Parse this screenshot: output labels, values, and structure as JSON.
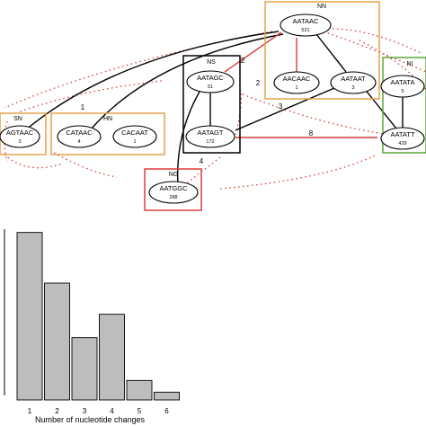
{
  "network": {
    "groups": [
      {
        "id": "NN",
        "label": "NN",
        "color": "#e6a34a"
      },
      {
        "id": "NS",
        "label": "NS",
        "color": "#000000"
      },
      {
        "id": "NI",
        "label": "NI",
        "color": "#5aa83a"
      },
      {
        "id": "SN",
        "label": "SN",
        "color": "#e6a34a"
      },
      {
        "id": "HN",
        "label": "HN",
        "color": "#e6a34a"
      },
      {
        "id": "NG",
        "label": "NG",
        "color": "#e03c3c"
      }
    ],
    "nodes": [
      {
        "id": "AATAAC",
        "count": "521"
      },
      {
        "id": "AACAAC",
        "count": "1"
      },
      {
        "id": "AATAAT",
        "count": "3"
      },
      {
        "id": "AATAGC",
        "count": "51"
      },
      {
        "id": "AATAGT",
        "count": "172"
      },
      {
        "id": "AATATA",
        "count": "5"
      },
      {
        "id": "AATATT",
        "count": "429"
      },
      {
        "id": "AGTAAC",
        "count": "3"
      },
      {
        "id": "CATAAC",
        "count": "4"
      },
      {
        "id": "CACAAT",
        "count": "1"
      },
      {
        "id": "AATGGC",
        "count": "288"
      }
    ],
    "edge_labels": [
      "2",
      "2",
      "1",
      "3",
      "8",
      "4"
    ]
  },
  "chart_data": {
    "type": "bar",
    "categories": [
      "1",
      "2",
      "3",
      "4",
      "5",
      "6"
    ],
    "values": [
      43,
      30,
      16,
      22,
      5,
      2
    ],
    "xlabel": "Number of nucleotide changes",
    "ylabel": "",
    "ylim": [
      0,
      45
    ]
  },
  "colors": {
    "bar_fill": "#bdbdbd",
    "black_edge": "#000000",
    "red_edge": "#d43c3c",
    "dotted_edge": "#d43c3c"
  }
}
